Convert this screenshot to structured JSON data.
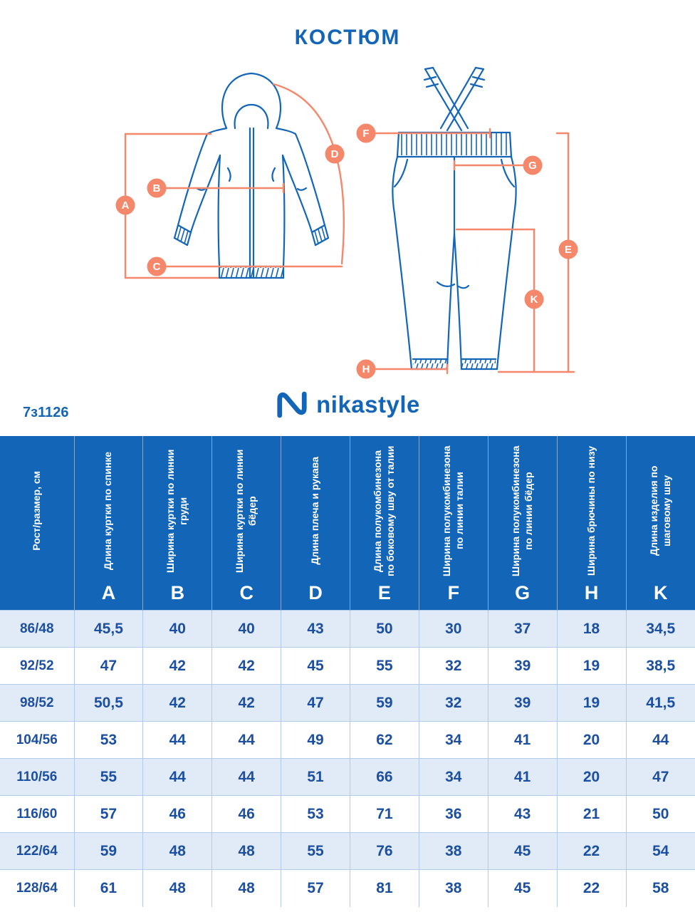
{
  "page": {
    "title": "КОСТЮМ",
    "article": "7з1126",
    "brand": "nikastyle"
  },
  "colors": {
    "brand_blue": "#1365b7",
    "accent_orange": "#f5876b",
    "row_stripe": "#e1ebf7",
    "cell_border": "#b3cbe9",
    "value_text": "#1c4f9f"
  },
  "diagram": {
    "jacket": {
      "labels": [
        "A",
        "B",
        "C",
        "D"
      ]
    },
    "pants": {
      "labels": [
        "F",
        "G",
        "E",
        "K",
        "H"
      ]
    }
  },
  "chart_data": {
    "type": "table",
    "title": "КОСТЮМ",
    "row_header": "Рост/размер, см",
    "columns": [
      {
        "label": "Рост/размер, см",
        "letter": ""
      },
      {
        "label": "Длина куртки по спинке",
        "letter": "A"
      },
      {
        "label": "Ширина куртки по линии груди",
        "letter": "B"
      },
      {
        "label": "Ширина куртки по линии бёдер",
        "letter": "C"
      },
      {
        "label": "Длина плеча и рукава",
        "letter": "D"
      },
      {
        "label": "Длина полукомбинезона по боковому шву от талии",
        "letter": "E"
      },
      {
        "label": "Ширина полукомбинезона по линии талии",
        "letter": "F"
      },
      {
        "label": "Ширина полукомбинезона по линии бёдер",
        "letter": "G"
      },
      {
        "label": "Ширина брючины по низу",
        "letter": "H"
      },
      {
        "label": "Длина изделия по шаговому шву",
        "letter": "K"
      }
    ],
    "rows": [
      {
        "size": "86/48",
        "values": [
          "45,5",
          "40",
          "40",
          "43",
          "50",
          "30",
          "37",
          "18",
          "34,5"
        ]
      },
      {
        "size": "92/52",
        "values": [
          "47",
          "42",
          "42",
          "45",
          "55",
          "32",
          "39",
          "19",
          "38,5"
        ]
      },
      {
        "size": "98/52",
        "values": [
          "50,5",
          "42",
          "42",
          "47",
          "59",
          "32",
          "39",
          "19",
          "41,5"
        ]
      },
      {
        "size": "104/56",
        "values": [
          "53",
          "44",
          "44",
          "49",
          "62",
          "34",
          "41",
          "20",
          "44"
        ]
      },
      {
        "size": "110/56",
        "values": [
          "55",
          "44",
          "44",
          "51",
          "66",
          "34",
          "41",
          "20",
          "47"
        ]
      },
      {
        "size": "116/60",
        "values": [
          "57",
          "46",
          "46",
          "53",
          "71",
          "36",
          "43",
          "21",
          "50"
        ]
      },
      {
        "size": "122/64",
        "values": [
          "59",
          "48",
          "48",
          "55",
          "76",
          "38",
          "45",
          "22",
          "54"
        ]
      },
      {
        "size": "128/64",
        "values": [
          "61",
          "48",
          "48",
          "57",
          "81",
          "38",
          "45",
          "22",
          "58"
        ]
      }
    ]
  }
}
